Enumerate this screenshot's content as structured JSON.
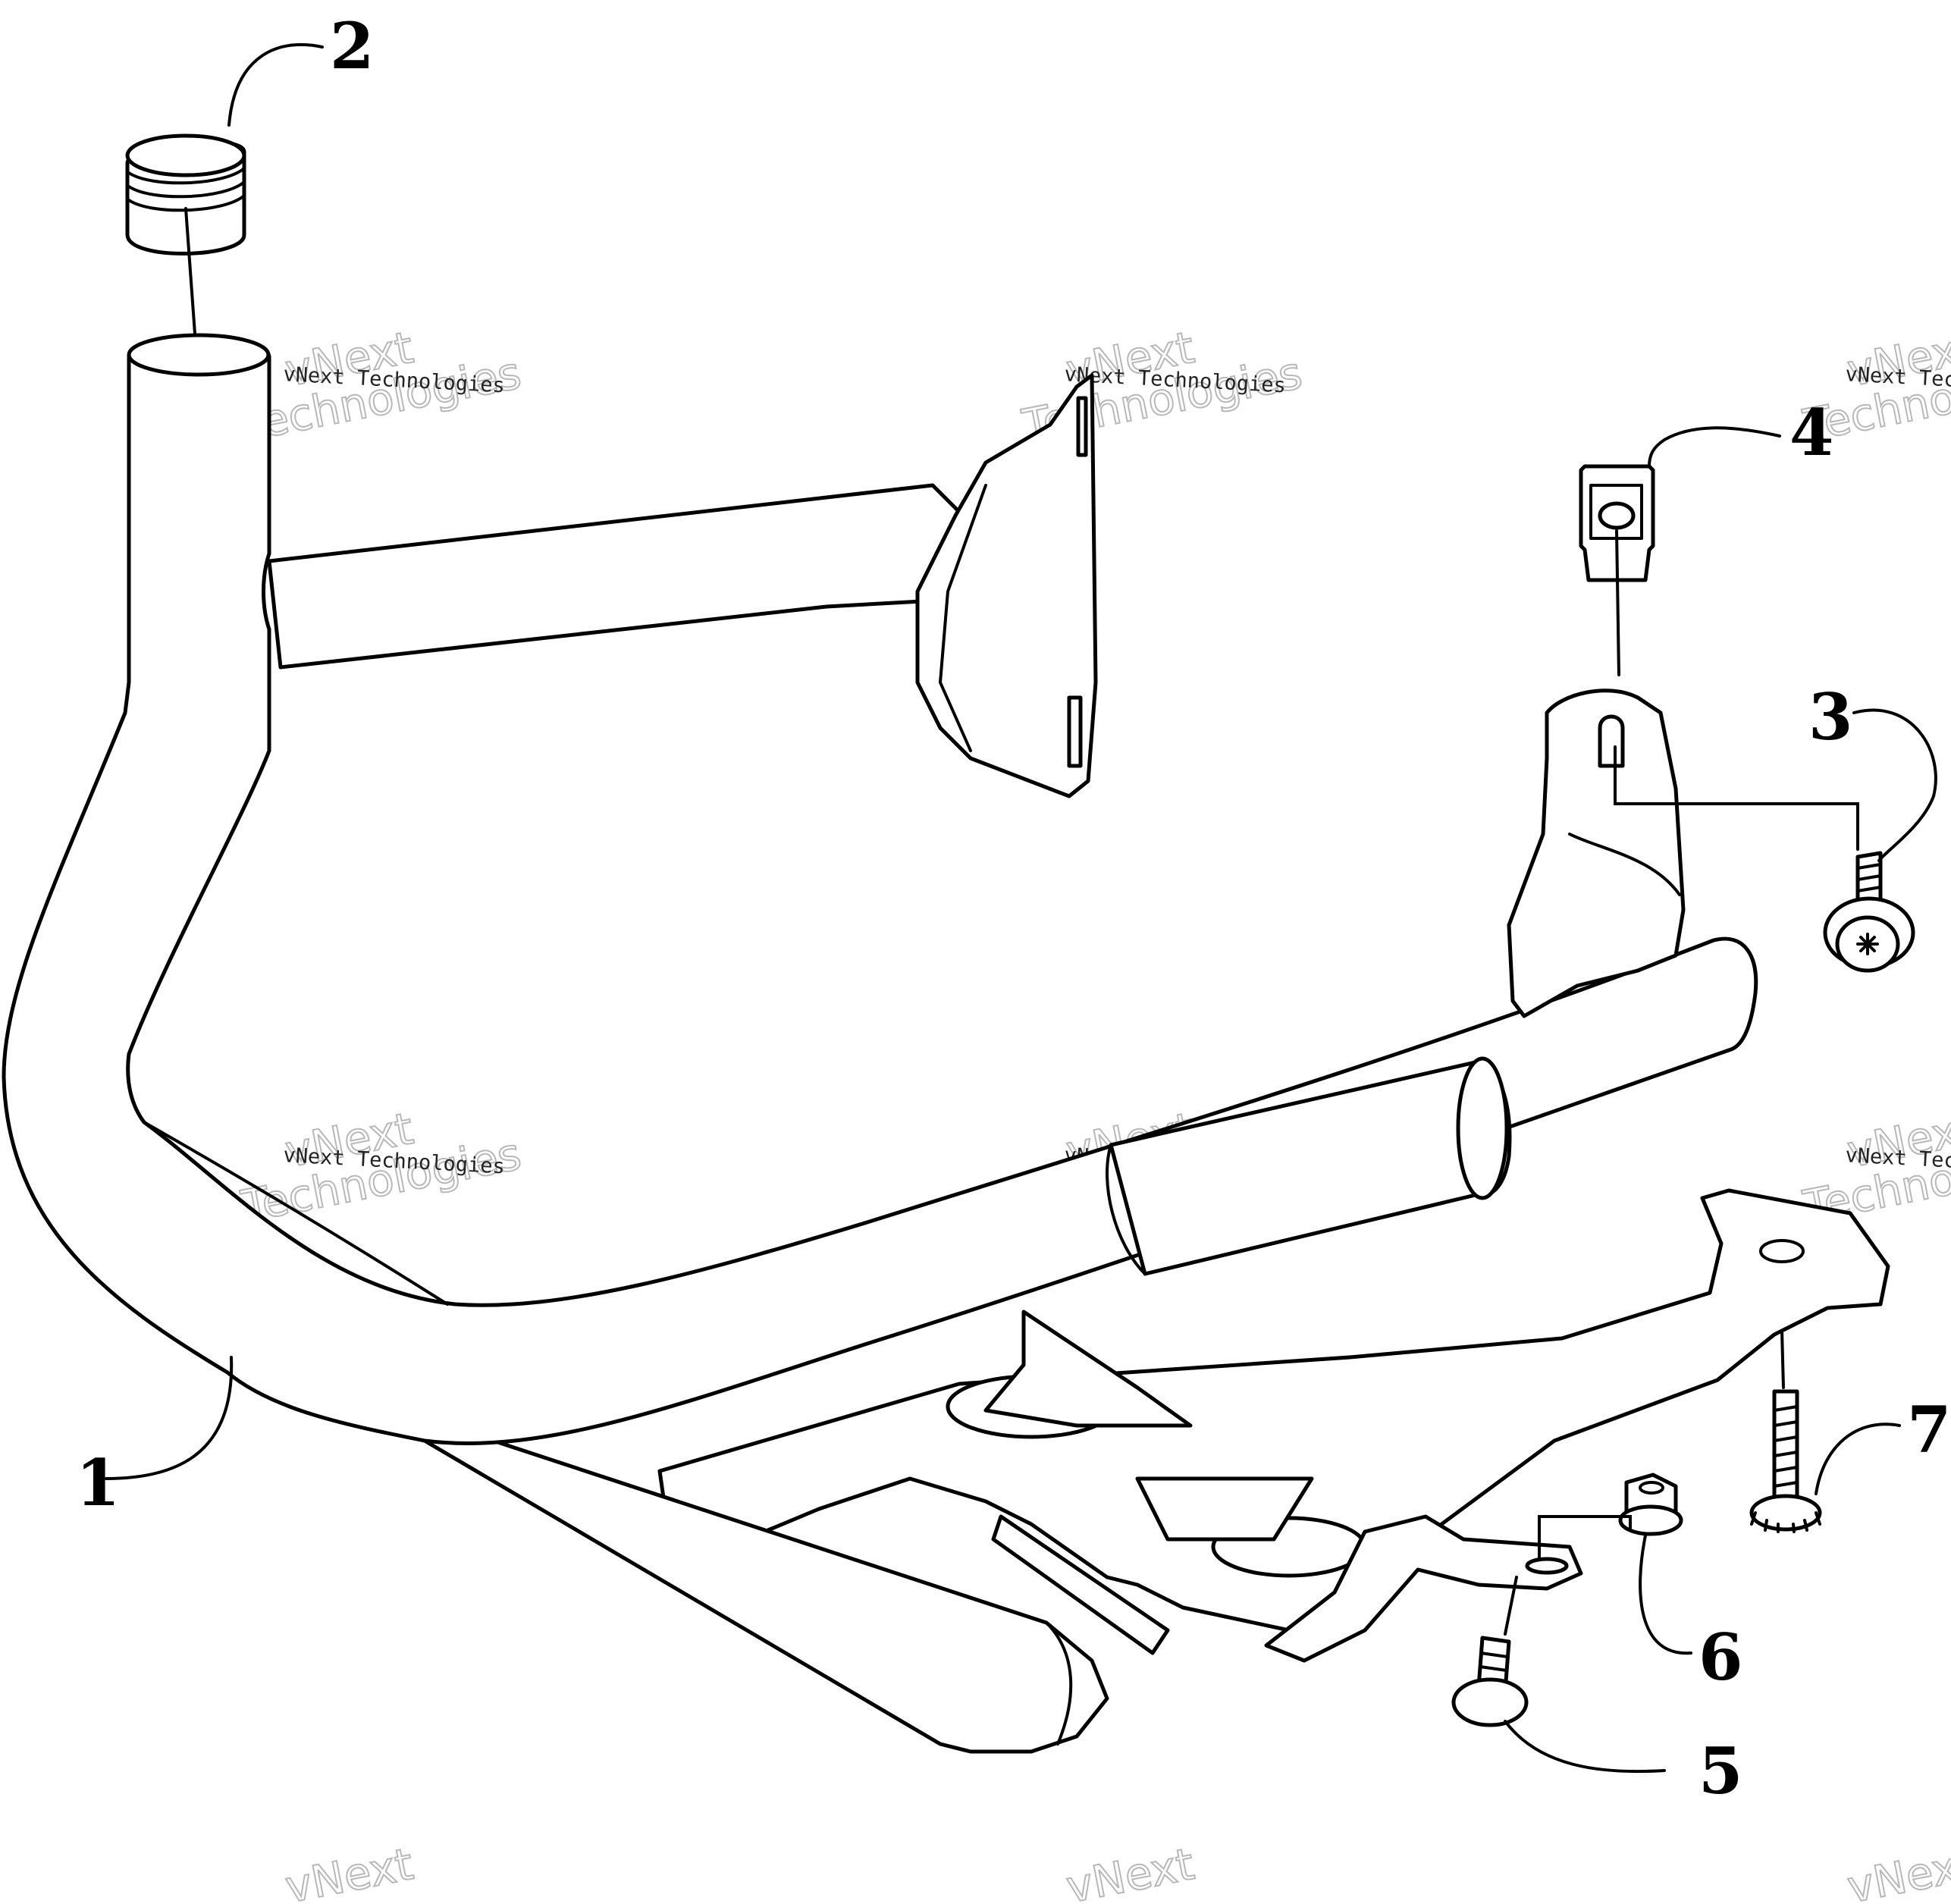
{
  "watermark": {
    "line_small": "vNext Technologies",
    "line_big_1": "vNext",
    "line_big_2": "Technologies"
  },
  "callouts": [
    {
      "id": "1",
      "label": "1"
    },
    {
      "id": "2",
      "label": "2"
    },
    {
      "id": "3",
      "label": "3"
    },
    {
      "id": "4",
      "label": "4"
    },
    {
      "id": "5",
      "label": "5"
    },
    {
      "id": "6",
      "label": "6"
    },
    {
      "id": "7",
      "label": "7"
    }
  ],
  "colors": {
    "line": "#000000",
    "background": "#ffffff",
    "watermark": "#b8b8b8"
  }
}
